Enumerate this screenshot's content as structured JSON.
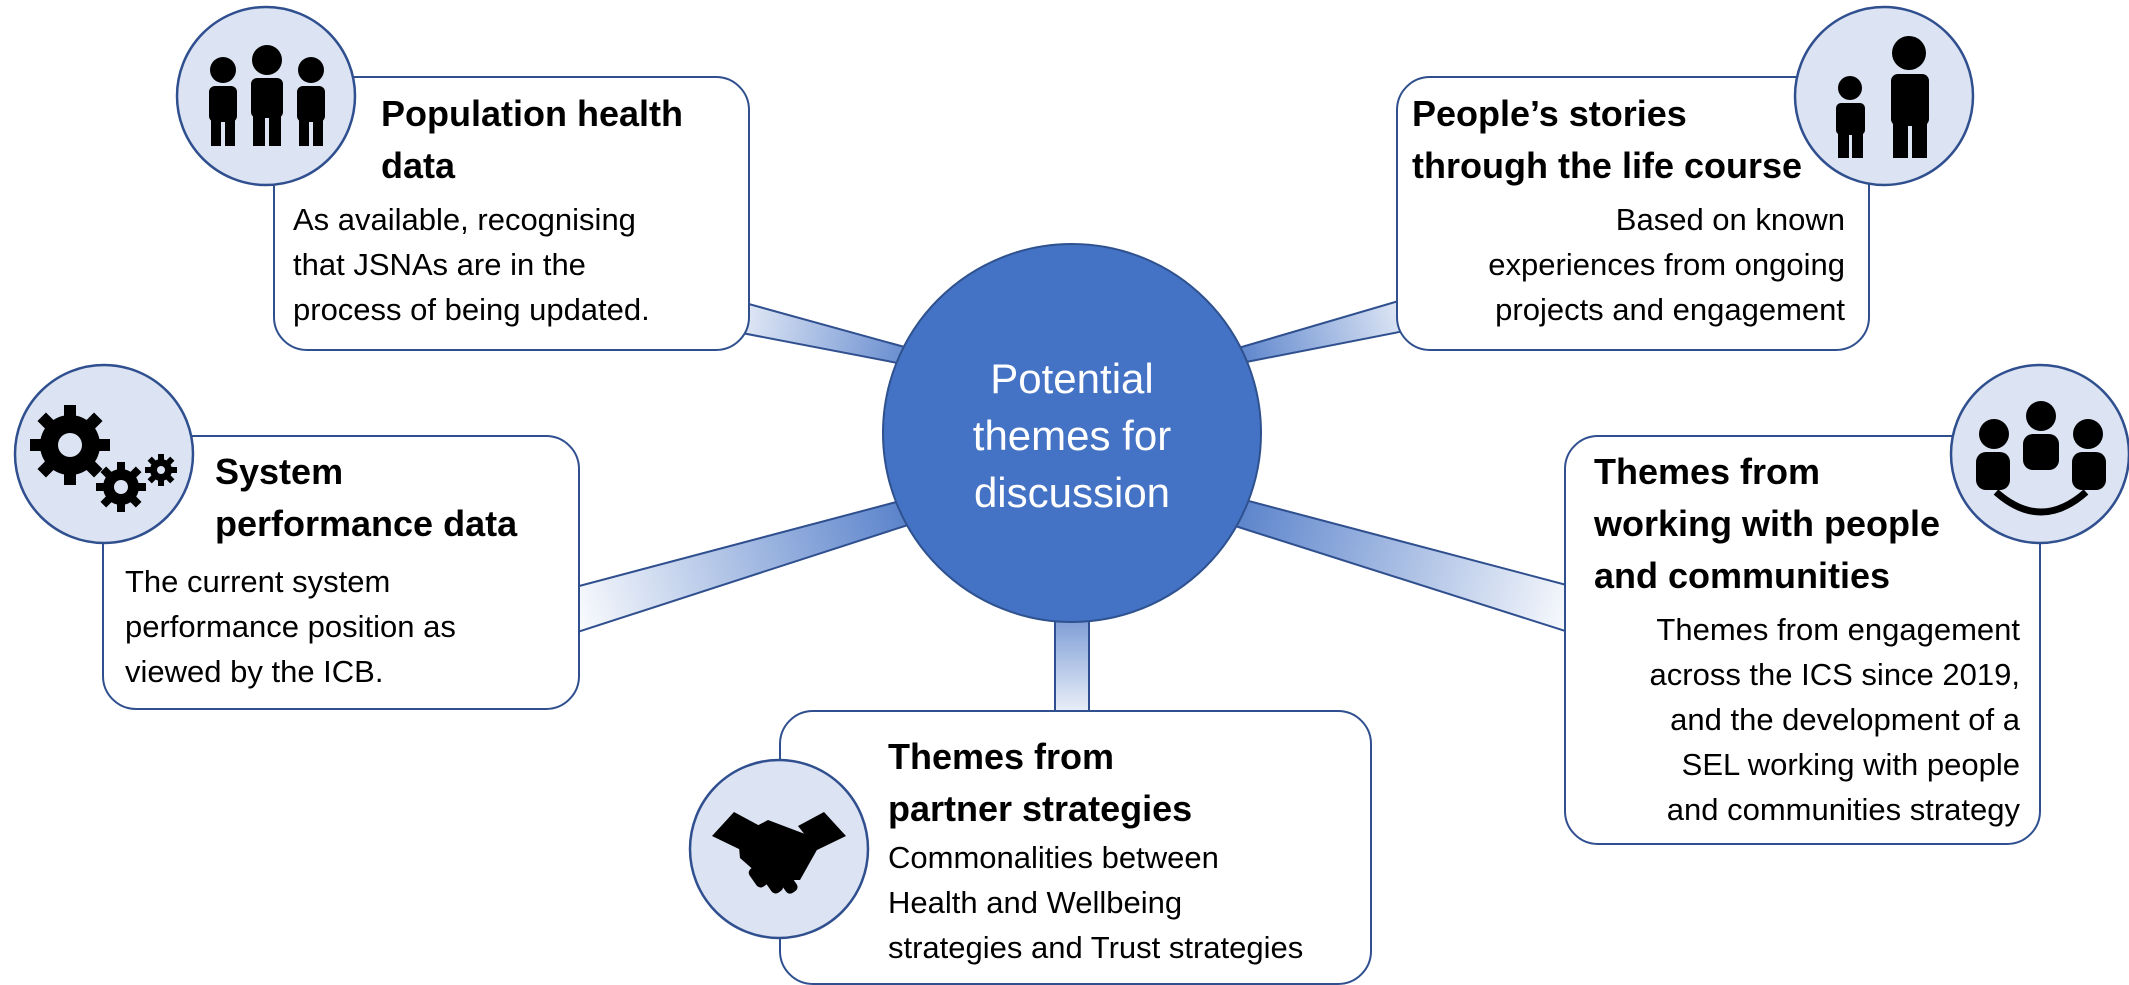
{
  "center": {
    "label": "Potential\nthemes for\ndiscussion",
    "fill": "#4472c4"
  },
  "colors": {
    "accent": "#4472c4",
    "border": "#2f4f8f",
    "icon_circle": "#dce3f2"
  },
  "nodes": {
    "population": {
      "title": "Population health\ndata",
      "body": "As available, recognising\nthat JSNAs are in the\nprocess of being updated.",
      "icon": "people-group-icon"
    },
    "stories": {
      "title": "People’s stories\nthrough the life course",
      "body": "Based on known\nexperiences from ongoing\nprojects and engagement",
      "icon": "adult-child-icon"
    },
    "system": {
      "title": "System\nperformance data",
      "body": "The current system\nperformance position as\nviewed by the ICB.",
      "icon": "gears-icon"
    },
    "people": {
      "title": "Themes from\nworking with people\nand communities",
      "body": "Themes from engagement\nacross the ICS since 2019,\nand the development of a\nSEL working with people\nand communities strategy",
      "icon": "community-icon"
    },
    "partner": {
      "title": "Themes from\npartner strategies",
      "body": "Commonalities between\nHealth and Wellbeing\nstrategies and Trust strategies",
      "icon": "handshake-icon"
    }
  }
}
